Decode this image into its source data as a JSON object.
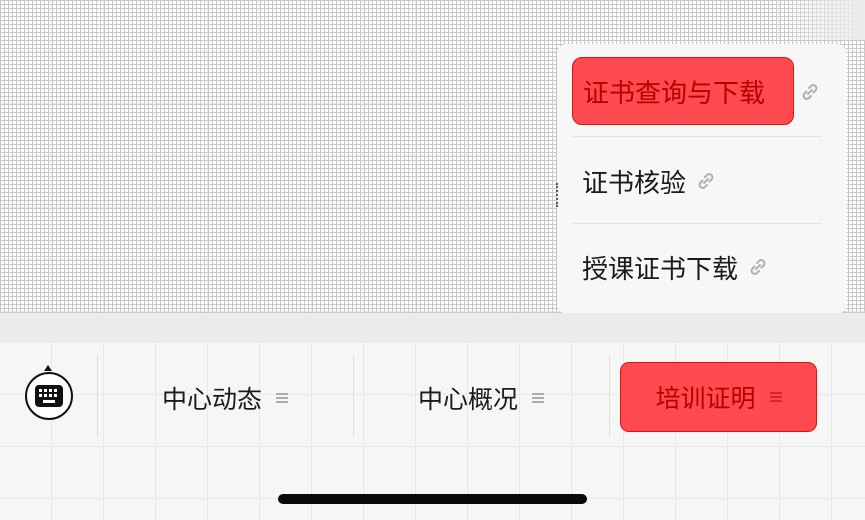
{
  "popup_menu": {
    "items": [
      {
        "label": "证书查询与下载",
        "active": true
      },
      {
        "label": "证书核验",
        "active": false
      },
      {
        "label": "授课证书下载",
        "active": false
      }
    ],
    "item_icon": "link-icon"
  },
  "tabbar": {
    "keyboard_icon": "keyboard-icon",
    "tabs": [
      {
        "label": "中心动态",
        "active": false
      },
      {
        "label": "中心概况",
        "active": false
      },
      {
        "label": "培训证明",
        "active": true
      }
    ],
    "tab_icon": "menu-lines-icon"
  },
  "colors": {
    "active_fill": "#ff4b4f",
    "active_text": "#b40000",
    "popup_bg": "#f7f7f7"
  }
}
